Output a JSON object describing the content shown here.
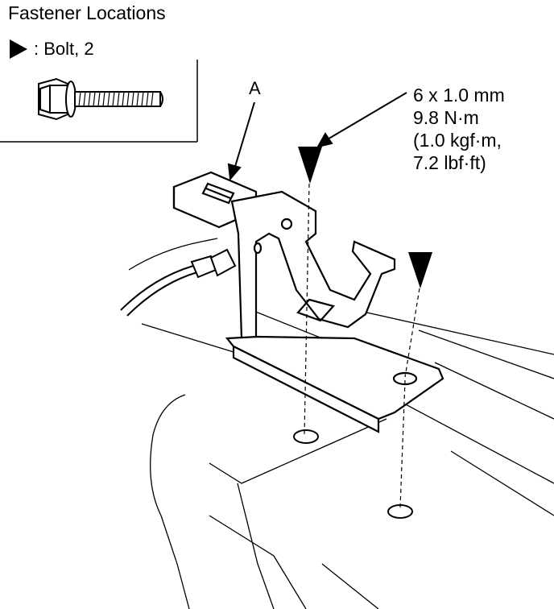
{
  "title": "Fastener Locations",
  "legend": {
    "icon": "triangle-marker",
    "text": ": Bolt, 2"
  },
  "callout_a": "A",
  "spec": {
    "line1": "6 x 1.0 mm",
    "line2": "9.8 N·m",
    "line3": "(1.0 kgf·m,",
    "line4": "7.2 lbf·ft)"
  }
}
